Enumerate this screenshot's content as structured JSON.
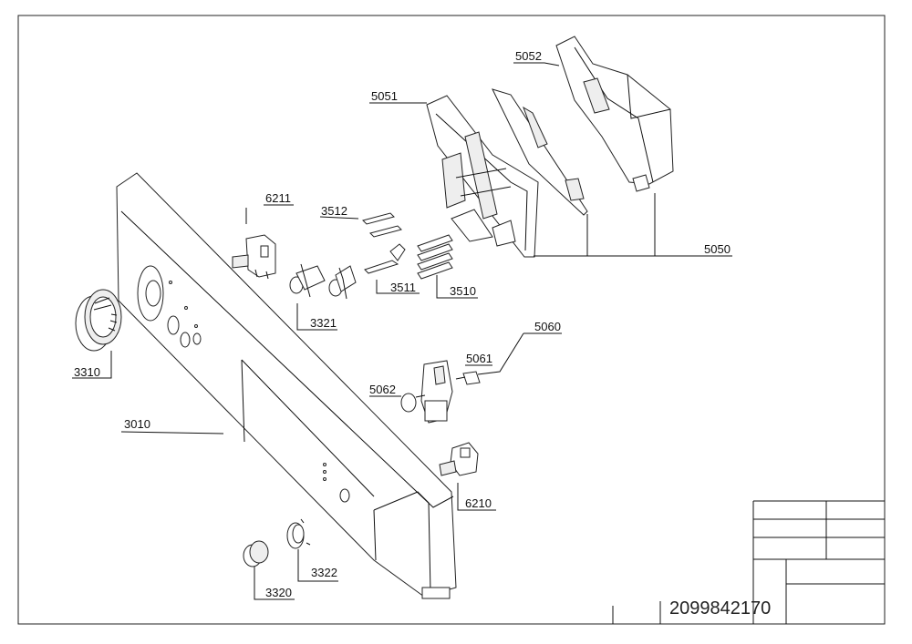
{
  "labels": {
    "p5052": "5052",
    "p5051": "5051",
    "p6211": "6211",
    "p3512": "3512",
    "p3511": "3511",
    "p3510": "3510",
    "p5050": "5050",
    "p3321": "3321",
    "p3310": "3310",
    "p5060": "5060",
    "p5061": "5061",
    "p5062": "5062",
    "p3010": "3010",
    "p6210": "6210",
    "p3322": "3322",
    "p3320": "3320"
  },
  "title_block": {
    "document_number": "2099842170"
  }
}
